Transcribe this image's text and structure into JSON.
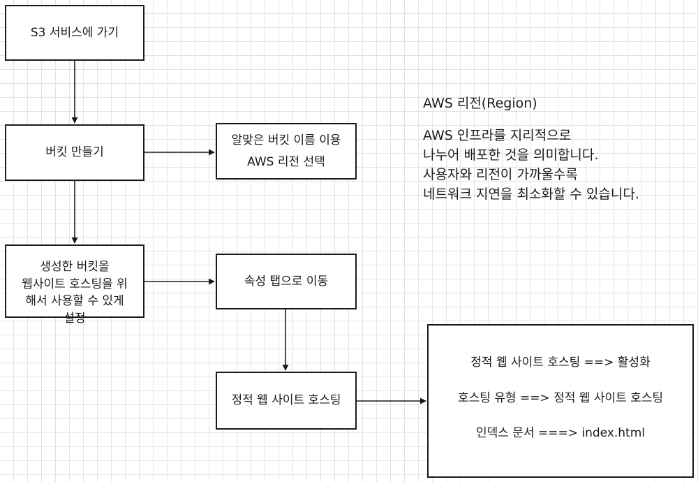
{
  "nodes": {
    "go_s3": {
      "lines": [
        "S3 서비스에 가기"
      ]
    },
    "make_bucket": {
      "lines": [
        "버킷 만들기"
      ]
    },
    "bucket_options": {
      "lines": [
        "알맞은 버킷 이름 이용",
        "AWS 리전 선택"
      ]
    },
    "configure_website": {
      "lines": [
        "생성한 버킷을",
        "웹사이트 호스팅을 위",
        "해서 사용할 수 있게",
        "설정"
      ]
    },
    "properties_tab": {
      "lines": [
        "속성 탭으로 이동"
      ]
    },
    "static_hosting": {
      "lines": [
        "정적 웹 사이트 호스팅"
      ]
    },
    "hosting_settings": {
      "lines": [
        "정적 웹 사이트 호스팅 ==>  활성화",
        "호스팅 유형  ==> 정적 웹 사이트 호스팅",
        "인덱스 문서 ===> index.html"
      ]
    }
  },
  "note": {
    "title": "AWS 리전(Region)",
    "lines": [
      "AWS 인프라를 지리적으로",
      "나누어 배포한 것을 의미합니다.",
      "사용자와 리전이 가까울수록",
      "네트워크 지연을 최소화할 수 있습니다."
    ]
  },
  "edges": [
    {
      "from": "go_s3",
      "to": "make_bucket"
    },
    {
      "from": "make_bucket",
      "to": "bucket_options"
    },
    {
      "from": "make_bucket",
      "to": "configure_website"
    },
    {
      "from": "configure_website",
      "to": "properties_tab"
    },
    {
      "from": "properties_tab",
      "to": "static_hosting"
    },
    {
      "from": "static_hosting",
      "to": "hosting_settings"
    }
  ],
  "colors": {
    "line": "#1a1a1a",
    "grid": "#e3e3e3",
    "background": "#ffffff"
  }
}
